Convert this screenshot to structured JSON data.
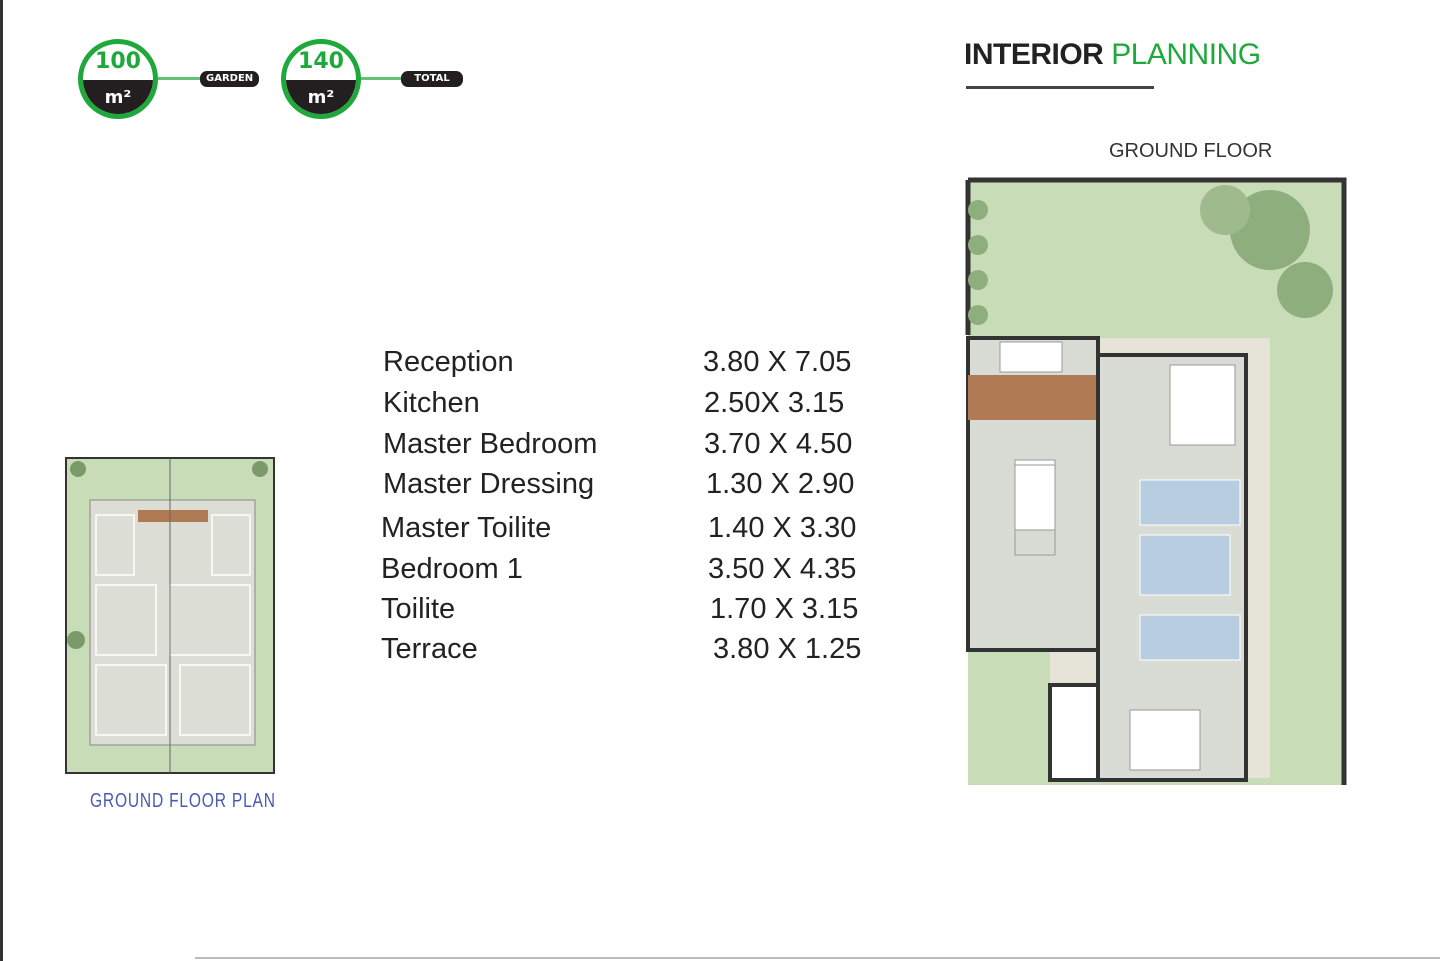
{
  "badges": [
    {
      "value": "100",
      "unit": "m²",
      "label": "GARDEN"
    },
    {
      "value": "140",
      "unit": "m²",
      "label": "TOTAL"
    }
  ],
  "header": {
    "title_dark": "INTERIOR",
    "title_green": "PLANNING",
    "subtitle": "GROUND FLOOR"
  },
  "rooms": [
    {
      "name": "Reception",
      "size": "3.80 X 7.05"
    },
    {
      "name": "Kitchen",
      "size": "2.50X 3.15"
    },
    {
      "name": "Master Bedroom",
      "size": "3.70 X 4.50"
    },
    {
      "name": "Master Dressing",
      "size": "1.30 X 2.90"
    },
    {
      "name": "Master Toilite",
      "size": "1.40 X 3.30"
    },
    {
      "name": "Bedroom 1",
      "size": "3.50 X 4.35"
    },
    {
      "name": "Toilite",
      "size": "1.70 X 3.15"
    },
    {
      "name": "Terrace",
      "size": "3.80 X 1.25"
    }
  ],
  "plan_caption": "GROUND FLOOR PLAN",
  "colors": {
    "accent": "#1fa83c",
    "dark": "#231f20",
    "garden": "#c9dcb8",
    "floor": "#dcded6"
  }
}
